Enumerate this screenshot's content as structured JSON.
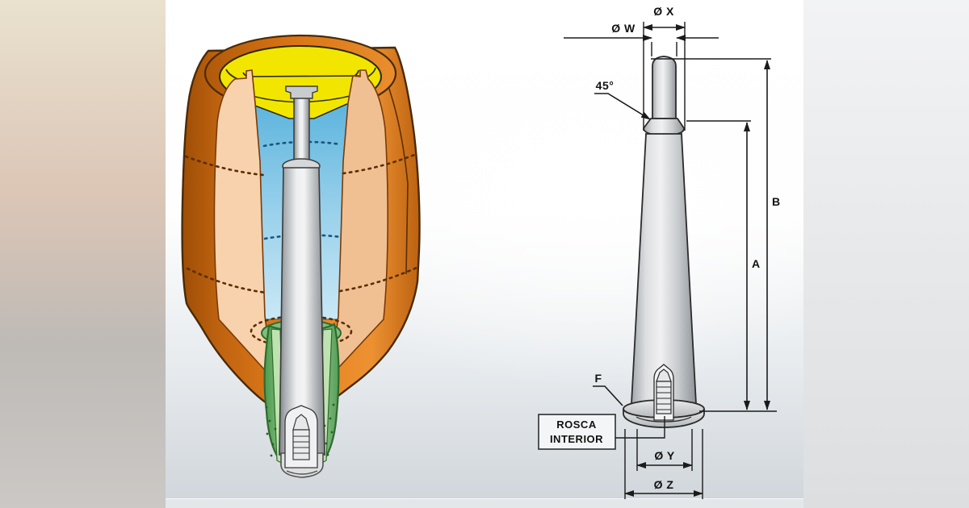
{
  "right_drawing": {
    "labels": {
      "dia_x": "Ø X",
      "dia_w": "Ø W",
      "chamfer_angle": "45°",
      "dim_b": "B",
      "dim_a": "A",
      "ref_f": "F",
      "thread_note_line1": "ROSCA",
      "thread_note_line2": "INTERIOR",
      "dia_y": "Ø Y",
      "dia_z": "Ø Z"
    }
  },
  "palette": {
    "background_left_top": "#EAE1CF",
    "background_left_mid": "#DCC6B6",
    "background_left_gray": "#BEBAB6",
    "background_left_bottom": "#CBC8C5",
    "background_right_top": "#F2F3F5",
    "background_right_bottom": "#DCDEE0",
    "stage_top": "#FFFFFF",
    "stage_bottom": "#CFD5DA",
    "line_color": "#1B1B1B",
    "text_color": "#111111",
    "shell_orange": "#E8821C",
    "cut_face_left": "#F7D2AC",
    "cut_face_right": "#F0C093",
    "funnel_yellow": "#F2E600",
    "cavity_blue_top": "#58B2DC",
    "cavity_blue_bottom": "#C9E8F5",
    "sleeve_green": "#8CC88C",
    "sleeve_green_light": "#BFE3B0",
    "sleeve_green_dark": "#2E6B2E",
    "metal_light": "#F2F3F4",
    "metal_dark": "#85898D"
  }
}
